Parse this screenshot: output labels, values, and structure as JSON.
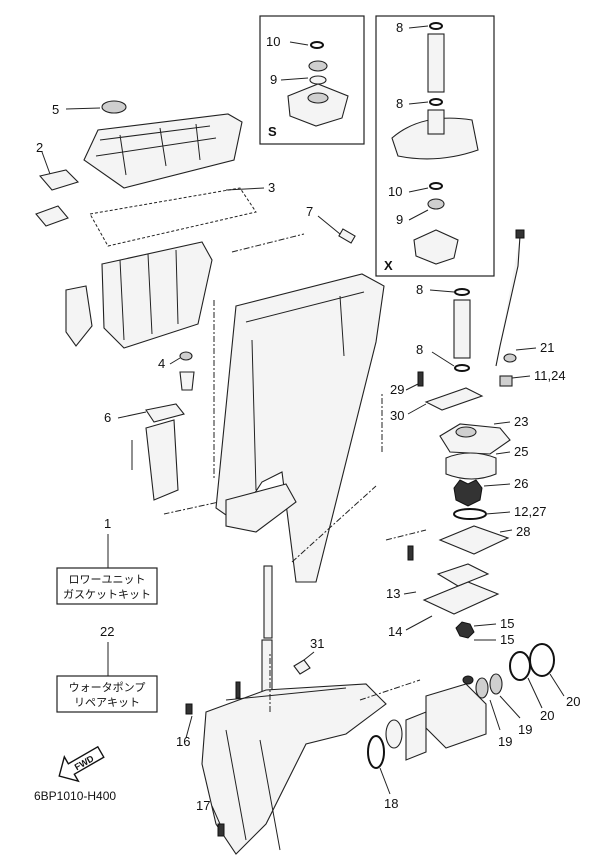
{
  "callouts": {
    "c1": "1",
    "c2": "2",
    "c3": "3",
    "c4": "4",
    "c5": "5",
    "c6": "6",
    "c7": "7",
    "c8a": "8",
    "c8b": "8",
    "c8c": "8",
    "c8d": "8",
    "c9a": "9",
    "c9b": "9",
    "c10a": "10",
    "c10b": "10",
    "c11_24": "11,24",
    "c12_27": "12,27",
    "c13": "13",
    "c14": "14",
    "c15a": "15",
    "c15b": "15",
    "c16": "16",
    "c17": "17",
    "c18": "18",
    "c19a": "19",
    "c19b": "19",
    "c20a": "20",
    "c20b": "20",
    "c21": "21",
    "c22": "22",
    "c23": "23",
    "c25": "25",
    "c26": "26",
    "c28": "28",
    "c29": "29",
    "c30": "30",
    "c31": "31"
  },
  "inset_labels": {
    "s": "S",
    "x": "X"
  },
  "kits": {
    "gasket_kit": {
      "line1": "ロワーユニット",
      "line2": "ガスケットキット"
    },
    "pump_kit": {
      "line1": "ウォータポンプ",
      "line2": "リペアキット"
    }
  },
  "fwd_label": "FWD",
  "diagram_code": "6BP1010-H400"
}
